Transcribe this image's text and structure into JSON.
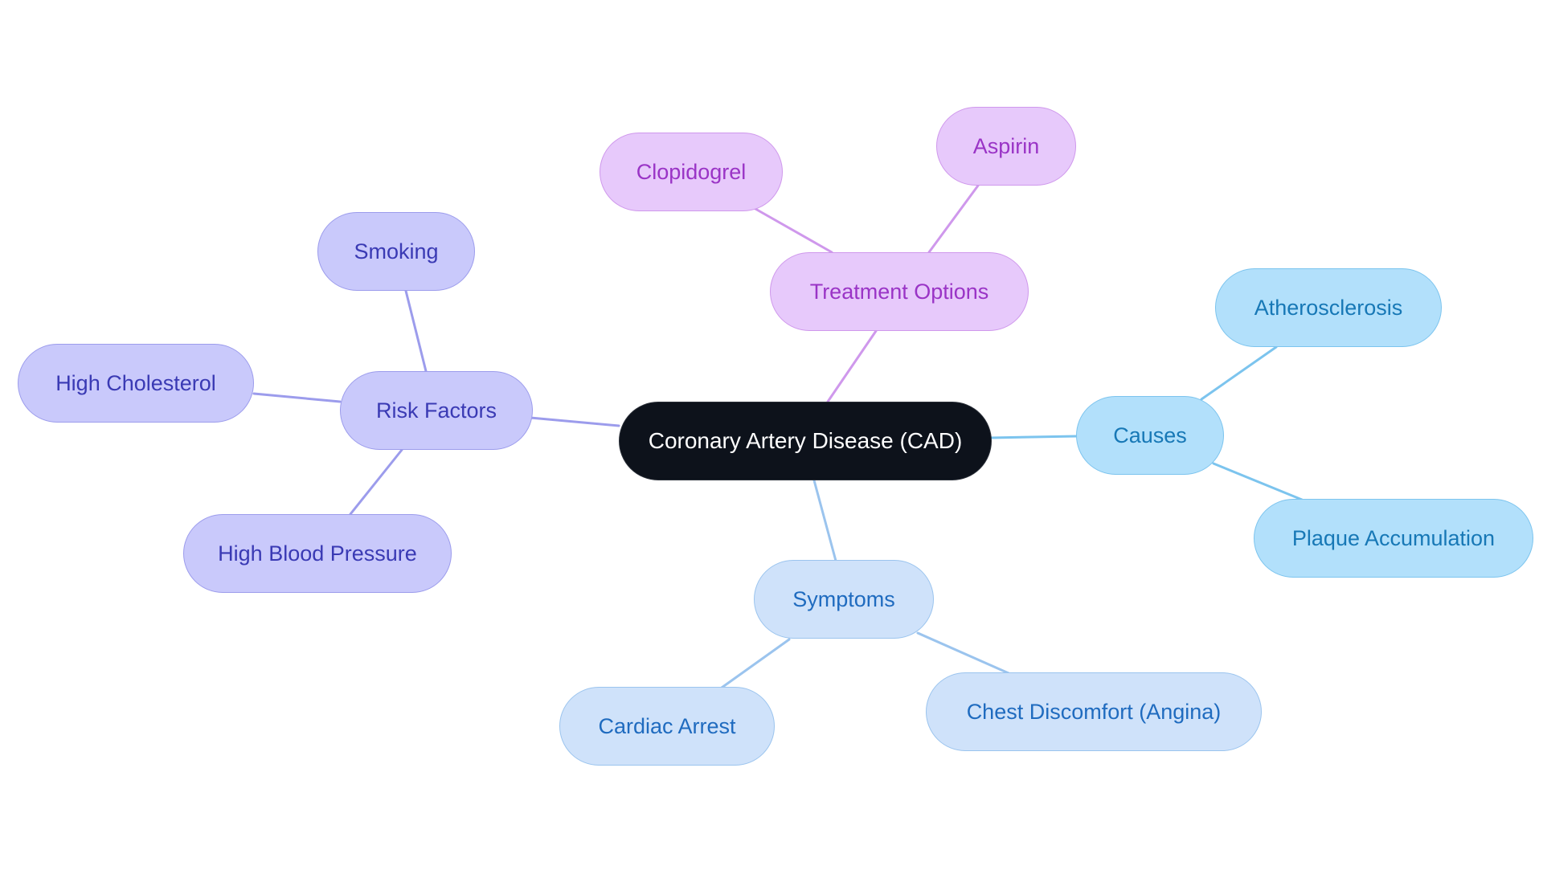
{
  "diagram": {
    "root": "Coronary Artery Disease (CAD)",
    "branches": {
      "risk_factors": {
        "label": "Risk Factors",
        "color": "#9c9cec",
        "children": [
          "Smoking",
          "High Cholesterol",
          "High Blood Pressure"
        ]
      },
      "treatment_options": {
        "label": "Treatment Options",
        "color": "#cf98ec",
        "children": [
          "Clopidogrel",
          "Aspirin"
        ]
      },
      "causes": {
        "label": "Causes",
        "color": "#7cc4ee",
        "children": [
          "Atherosclerosis",
          "Plaque Accumulation"
        ]
      },
      "symptoms": {
        "label": "Symptoms",
        "color": "#9bc4ee",
        "children": [
          "Cardiac Arrest",
          "Chest Discomfort (Angina)"
        ]
      }
    }
  }
}
